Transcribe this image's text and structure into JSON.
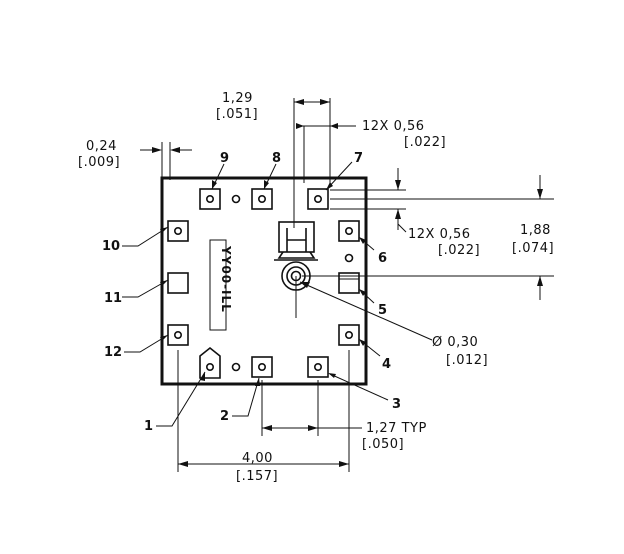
{
  "dimensions": {
    "pitch_top": {
      "mm": "1,29",
      "in": "[.051]"
    },
    "pad_width": {
      "mm": "12X 0,56",
      "in": "[.022]"
    },
    "edge_offset": {
      "mm": "0,24",
      "in": "[.009]"
    },
    "pad_height": {
      "mm": "12X 0,56",
      "in": "[.022]"
    },
    "vertical_span": {
      "mm": "1,88",
      "in": "[.074]"
    },
    "hole_diameter": {
      "mm": "Ø 0,30",
      "in": "[.012]"
    },
    "pitch_typ": {
      "mm": "1,27 TYP",
      "in": "[.050]"
    },
    "overall_width": {
      "mm": "4,00",
      "in": "[.157]"
    }
  },
  "pins": [
    "1",
    "2",
    "3",
    "4",
    "5",
    "6",
    "7",
    "8",
    "9",
    "10",
    "11",
    "12"
  ],
  "marking": "YY00-ILL"
}
